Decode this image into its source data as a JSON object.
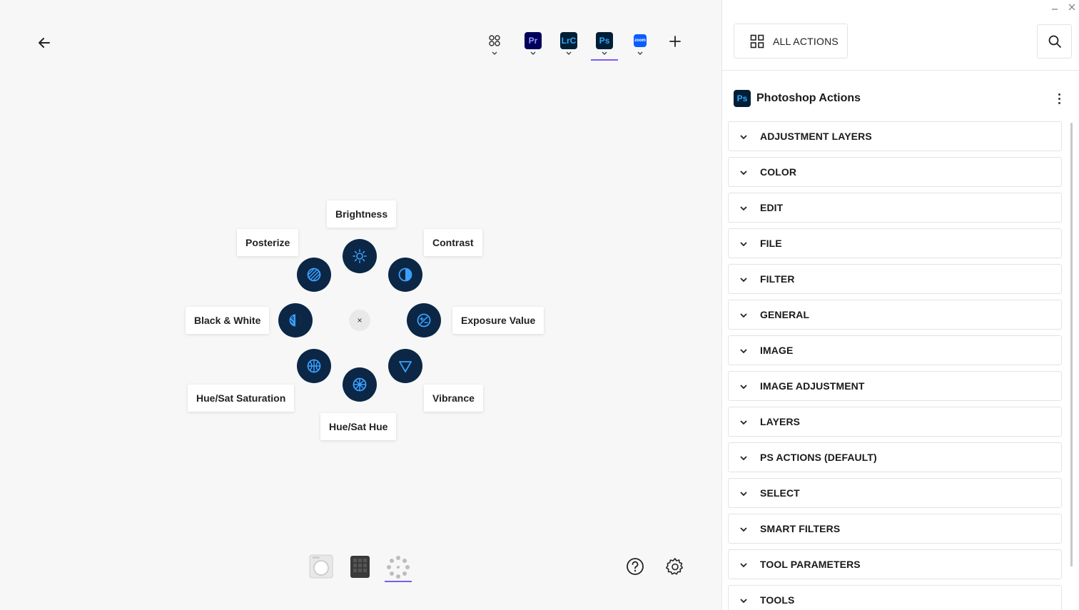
{
  "apps": [
    {
      "id": "all-apps",
      "label": ""
    },
    {
      "id": "premiere",
      "label": "Pr",
      "bg": "#00005b",
      "fg": "#9999ff"
    },
    {
      "id": "lightroom",
      "label": "LrC",
      "bg": "#001e36",
      "fg": "#31a8ff"
    },
    {
      "id": "photoshop",
      "label": "Ps",
      "bg": "#001e36",
      "fg": "#31a8ff",
      "active": true
    },
    {
      "id": "zoom",
      "label": "zoom",
      "bg": "#0b5cff",
      "fg": "#ffffff"
    }
  ],
  "wheel": {
    "center_label": "×",
    "items": [
      {
        "id": "brightness",
        "label": "Brightness",
        "icon": "sun-icon"
      },
      {
        "id": "contrast",
        "label": "Contrast",
        "icon": "contrast-icon"
      },
      {
        "id": "exposure",
        "label": "Exposure Value",
        "icon": "exposure-icon"
      },
      {
        "id": "vibrance",
        "label": "Vibrance",
        "icon": "triangle-down-icon"
      },
      {
        "id": "hue-sat-hue",
        "label": "Hue/Sat Hue",
        "icon": "aperture-icon"
      },
      {
        "id": "hue-sat-saturation",
        "label": "Hue/Sat Saturation",
        "icon": "saturation-icon"
      },
      {
        "id": "black-white",
        "label": "Black & White",
        "icon": "bw-icon"
      },
      {
        "id": "posterize",
        "label": "Posterize",
        "icon": "posterize-icon"
      }
    ]
  },
  "right_panel": {
    "all_actions_label": "ALL ACTIONS",
    "section_badge": "Ps",
    "section_title": "Photoshop Actions",
    "categories": [
      "ADJUSTMENT LAYERS",
      "COLOR",
      "EDIT",
      "FILE",
      "FILTER",
      "GENERAL",
      "IMAGE",
      "IMAGE ADJUSTMENT",
      "LAYERS",
      "PS ACTIONS (DEFAULT)",
      "SELECT",
      "SMART FILTERS",
      "TOOL PARAMETERS",
      "TOOLS"
    ]
  },
  "colors": {
    "accent": "#7b5cf0",
    "wheel_button": "#0b2745",
    "wheel_icon": "#3aa0ff"
  }
}
